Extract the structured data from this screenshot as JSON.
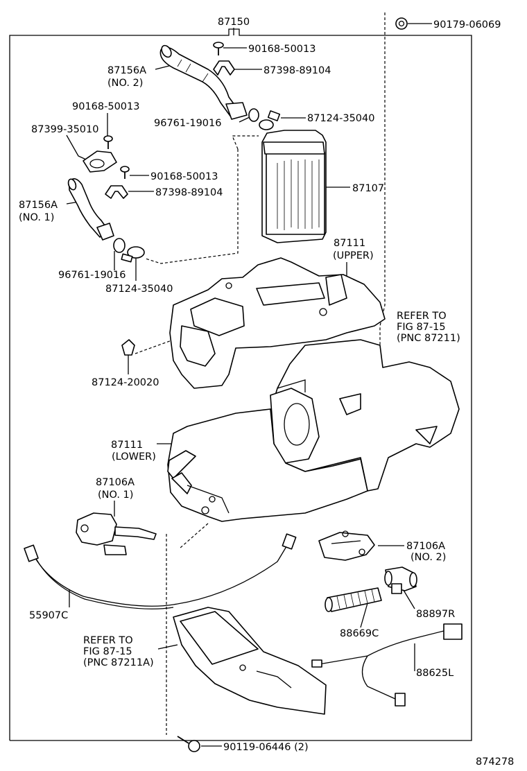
{
  "diagram_id": "874278",
  "labels": {
    "p87150": "87150",
    "p90179": "90179-06069",
    "p90168_top": "90168-50013",
    "p87398_top": "87398-89104",
    "p87156A_2": "87156A",
    "no2_a": "(NO. 2)",
    "p90168_left": "90168-50013",
    "p87399": "87399-35010",
    "p96761_top": "96761-19016",
    "p87124_35040_top": "87124-35040",
    "p90168_mid": "90168-50013",
    "p87398_mid": "87398-89104",
    "p87107": "87107",
    "p87156A_1": "87156A",
    "no1_a": "(NO. 1)",
    "p96761_bot": "96761-19016",
    "p87124_35040_bot": "87124-35040",
    "p87111_u": "87111",
    "upper": "(UPPER)",
    "refer1_a": "REFER TO",
    "refer1_b": "FIG 87-15",
    "refer1_c": "(PNC 87211)",
    "p87124_20020": "87124-20020",
    "p87111_l": "87111",
    "lower": "(LOWER)",
    "p87106A_1": "87106A",
    "no1_b": "(NO. 1)",
    "p87106A_2": "87106A",
    "no2_b": "(NO. 2)",
    "p55907C": "55907C",
    "p88897R": "88897R",
    "p88669C": "88669C",
    "refer2_a": "REFER TO",
    "refer2_b": "FIG 87-15",
    "refer2_c": "(PNC 87211A)",
    "p88625L": "88625L",
    "p90119": "90119-06446 (2)"
  }
}
